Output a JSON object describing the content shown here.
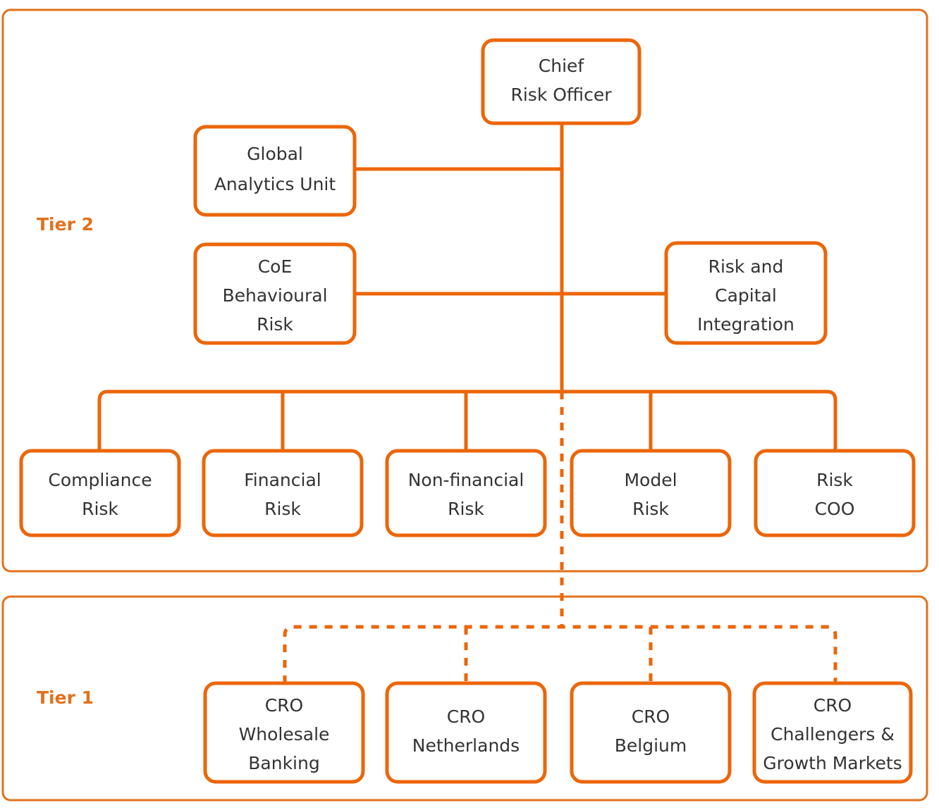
{
  "colors": {
    "accent": "#e8700a",
    "node_border": "#ec6608",
    "panel_border": "#e2711d",
    "text": "#333333",
    "tier_label": "#e2711d",
    "background": "#ffffff"
  },
  "chart_data": {
    "type": "diagram",
    "diagram_type": "organizational-chart",
    "title": "",
    "panels": [
      {
        "id": "tier2",
        "label": "Tier 2"
      },
      {
        "id": "tier1",
        "label": "Tier 1"
      }
    ],
    "nodes": [
      {
        "id": "cro",
        "tier": "tier2",
        "lines": [
          "Chief",
          "Risk Officer"
        ]
      },
      {
        "id": "gau",
        "tier": "tier2",
        "lines": [
          "Global",
          "Analytics Unit"
        ]
      },
      {
        "id": "coe",
        "tier": "tier2",
        "lines": [
          "CoE",
          "Behavioural",
          "Risk"
        ]
      },
      {
        "id": "rci",
        "tier": "tier2",
        "lines": [
          "Risk and",
          "Capital",
          "Integration"
        ]
      },
      {
        "id": "compliance",
        "tier": "tier2",
        "lines": [
          "Compliance",
          "Risk"
        ]
      },
      {
        "id": "financial",
        "tier": "tier2",
        "lines": [
          "Financial",
          "Risk"
        ]
      },
      {
        "id": "nonfinancial",
        "tier": "tier2",
        "lines": [
          "Non-financial",
          "Risk"
        ]
      },
      {
        "id": "model",
        "tier": "tier2",
        "lines": [
          "Model",
          "Risk"
        ]
      },
      {
        "id": "riskcoo",
        "tier": "tier2",
        "lines": [
          "Risk",
          "COO"
        ]
      },
      {
        "id": "cro-wholesale",
        "tier": "tier1",
        "lines": [
          "CRO",
          "Wholesale",
          "Banking"
        ]
      },
      {
        "id": "cro-netherlands",
        "tier": "tier1",
        "lines": [
          "CRO",
          "Netherlands"
        ]
      },
      {
        "id": "cro-belgium",
        "tier": "tier1",
        "lines": [
          "CRO",
          "Belgium"
        ]
      },
      {
        "id": "cro-challengers",
        "tier": "tier1",
        "lines": [
          "CRO",
          "Challengers &",
          "Growth Markets"
        ]
      }
    ],
    "edges": [
      {
        "from": "cro",
        "to": "gau",
        "style": "solid"
      },
      {
        "from": "cro",
        "to": "coe",
        "style": "solid"
      },
      {
        "from": "cro",
        "to": "rci",
        "style": "solid"
      },
      {
        "from": "cro",
        "to": "compliance",
        "style": "solid"
      },
      {
        "from": "cro",
        "to": "financial",
        "style": "solid"
      },
      {
        "from": "cro",
        "to": "nonfinancial",
        "style": "solid"
      },
      {
        "from": "cro",
        "to": "model",
        "style": "solid"
      },
      {
        "from": "cro",
        "to": "riskcoo",
        "style": "solid"
      },
      {
        "from": "cro",
        "to": "cro-wholesale",
        "style": "dashed"
      },
      {
        "from": "cro",
        "to": "cro-netherlands",
        "style": "dashed"
      },
      {
        "from": "cro",
        "to": "cro-belgium",
        "style": "dashed"
      },
      {
        "from": "cro",
        "to": "cro-challengers",
        "style": "dashed"
      }
    ]
  },
  "tier2": {
    "label": "Tier 2",
    "nodes": {
      "cro": {
        "line1": "Chief",
        "line2": "Risk Officer"
      },
      "gau": {
        "line1": "Global",
        "line2": "Analytics Unit"
      },
      "coe": {
        "line1": "CoE",
        "line2": "Behavioural",
        "line3": "Risk"
      },
      "rci": {
        "line1": "Risk and",
        "line2": "Capital",
        "line3": "Integration"
      },
      "compliance": {
        "line1": "Compliance",
        "line2": "Risk"
      },
      "financial": {
        "line1": "Financial",
        "line2": "Risk"
      },
      "nonfinancial": {
        "line1": "Non-financial",
        "line2": "Risk"
      },
      "model": {
        "line1": "Model",
        "line2": "Risk"
      },
      "riskcoo": {
        "line1": "Risk",
        "line2": "COO"
      }
    }
  },
  "tier1": {
    "label": "Tier 1",
    "nodes": {
      "wholesale": {
        "line1": "CRO",
        "line2": "Wholesale",
        "line3": "Banking"
      },
      "netherlands": {
        "line1": "CRO",
        "line2": "Netherlands"
      },
      "belgium": {
        "line1": "CRO",
        "line2": "Belgium"
      },
      "challengers": {
        "line1": "CRO",
        "line2": "Challengers &",
        "line3": "Growth Markets"
      }
    }
  }
}
